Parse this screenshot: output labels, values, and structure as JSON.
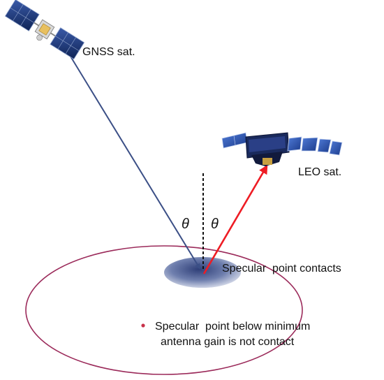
{
  "labels": {
    "gnss": "GNSS sat.",
    "leo": "LEO sat.",
    "theta_left": "θ",
    "theta_right": "θ",
    "specular_contacts": "Specular  point contacts",
    "note_line1": "Specular  point below minimum",
    "note_line2": "antenna gain is not contact"
  },
  "colors": {
    "incident_ray": "#3b4f86",
    "reflected_ray": "#ee1c24",
    "coverage_ellipse": "#9b2a5a",
    "specular_patch": "#4a5a8e",
    "note_bullet": "#c8324a",
    "normal_line": "#111111",
    "gnss_panel": "#1f3a78",
    "leo_panel": "#2c56b8"
  },
  "icons": {
    "gnss_satellite": "gnss-satellite-icon",
    "leo_satellite": "leo-satellite-icon"
  }
}
